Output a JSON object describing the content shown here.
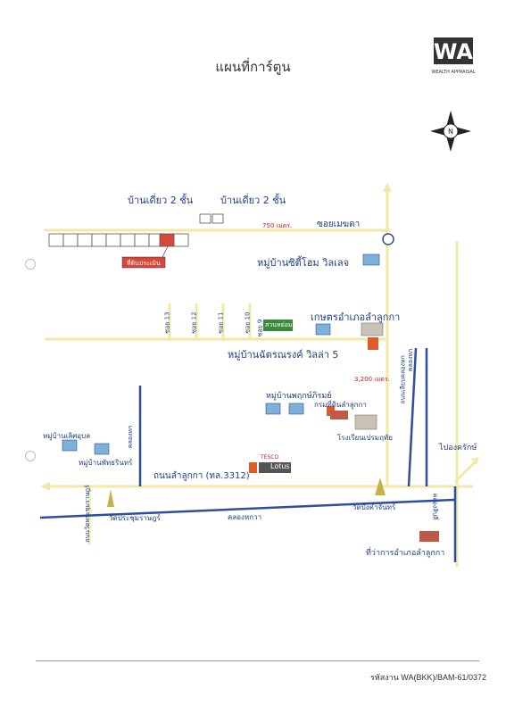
{
  "title": "แผนที่การ์ตูน",
  "logo": {
    "mark": "WA",
    "text": "WEALTH APPRAISAL"
  },
  "compass": {
    "north_label": "N"
  },
  "labels": {
    "house1": "บ้านเดี่ยว 2 ชั้น",
    "house2": "บ้านเดี่ยว 2 ชั้น",
    "distance_top": "750 เมตร.",
    "soi_mektha": "ซอยเมฆดา",
    "subject": "ที่ดินประเมิน",
    "village_city_home": "หมู่บ้านซิตี้โฮม วิลเลจ",
    "kaset_office": "เกษตรอำเภอลำลูกกา",
    "soi13": "ซอย 13",
    "soi12": "ซอย 12",
    "soi11": "ซอย 11",
    "soi10": "ซอย 10",
    "soi9": "ซอย 9",
    "park": "สวนหย่อม",
    "village_chatsan": "หมู่บ้านฉัตรณรงค์ วิลล่า 5",
    "distance_mid": "3,200 เมตร.",
    "road_klongsam": "ถนนเลียบคลองหก",
    "road_klong6": "คลองหก",
    "village_pattrapirom": "หมู่บ้านพฤกษ์ภิรมย์",
    "land_dept": "กรมที่ดินลำลูกกา",
    "school": "โรงเรียนเปรมฤทัย",
    "village_lert": "หมู่บ้านเลิศอุบล",
    "village_patrin": "หมู่บ้านพัทธรินทร์",
    "klong_hok_left": "คลองหก",
    "tesco": "TESCO",
    "lotus": "Lotus",
    "road_lamlukka": "ถนนลำลูกกา (ทล.3312)",
    "to_pongkrit": "ไปองครักษ์",
    "wat_left_road": "ถนนวัดพระชุมราษฎร์",
    "wat_prachum": "วัดประชุมราษฎร์",
    "klong_hok_bottom": "คลองหกวา",
    "wat_right": "วัดบึงคำจันทร์",
    "klong14": "คลองสิบสี่",
    "district_office": "ที่ว่าการอำเภอลำลูกกา"
  },
  "footer_code": "รหัสงาน WA(BKK)/BAM-61/0372",
  "colors": {
    "road": "#f2e9a6",
    "canal": "#2f4d9e",
    "label": "#1f3d8a",
    "distance": "#cc2222",
    "subject": "#d9463a",
    "park": "#3a8a3a"
  }
}
